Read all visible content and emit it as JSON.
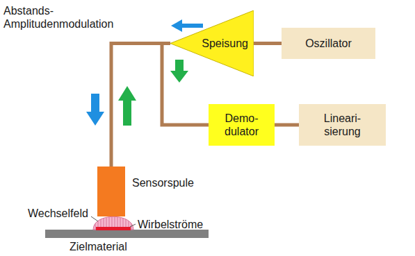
{
  "diagram": {
    "nodes": [
      {
        "text": [
          "Speisung"
        ]
      },
      {
        "text": [
          "Oszillator"
        ]
      },
      {
        "text": [
          "Demo- dulator"
        ]
      },
      {
        "text": [
          "Lineari- sierung"
        ]
      },
      {
        "text": [
          "Sensorspule"
        ]
      }
    ],
    "edges": [
      {
        "from": 1,
        "to": 0,
        "arrow": "none"
      },
      {
        "from": 0,
        "to": 4,
        "arrow": "none"
      },
      {
        "from": 0,
        "to": 2,
        "arrow": "none"
      },
      {
        "from": 2,
        "to": 3,
        "arrow": "none"
      }
    ],
    "labels": [
      "Abstands- Amplitudenmodulation",
      "Wechselfeld",
      "Wirbelströme",
      "Zielmaterial"
    ]
  }
}
